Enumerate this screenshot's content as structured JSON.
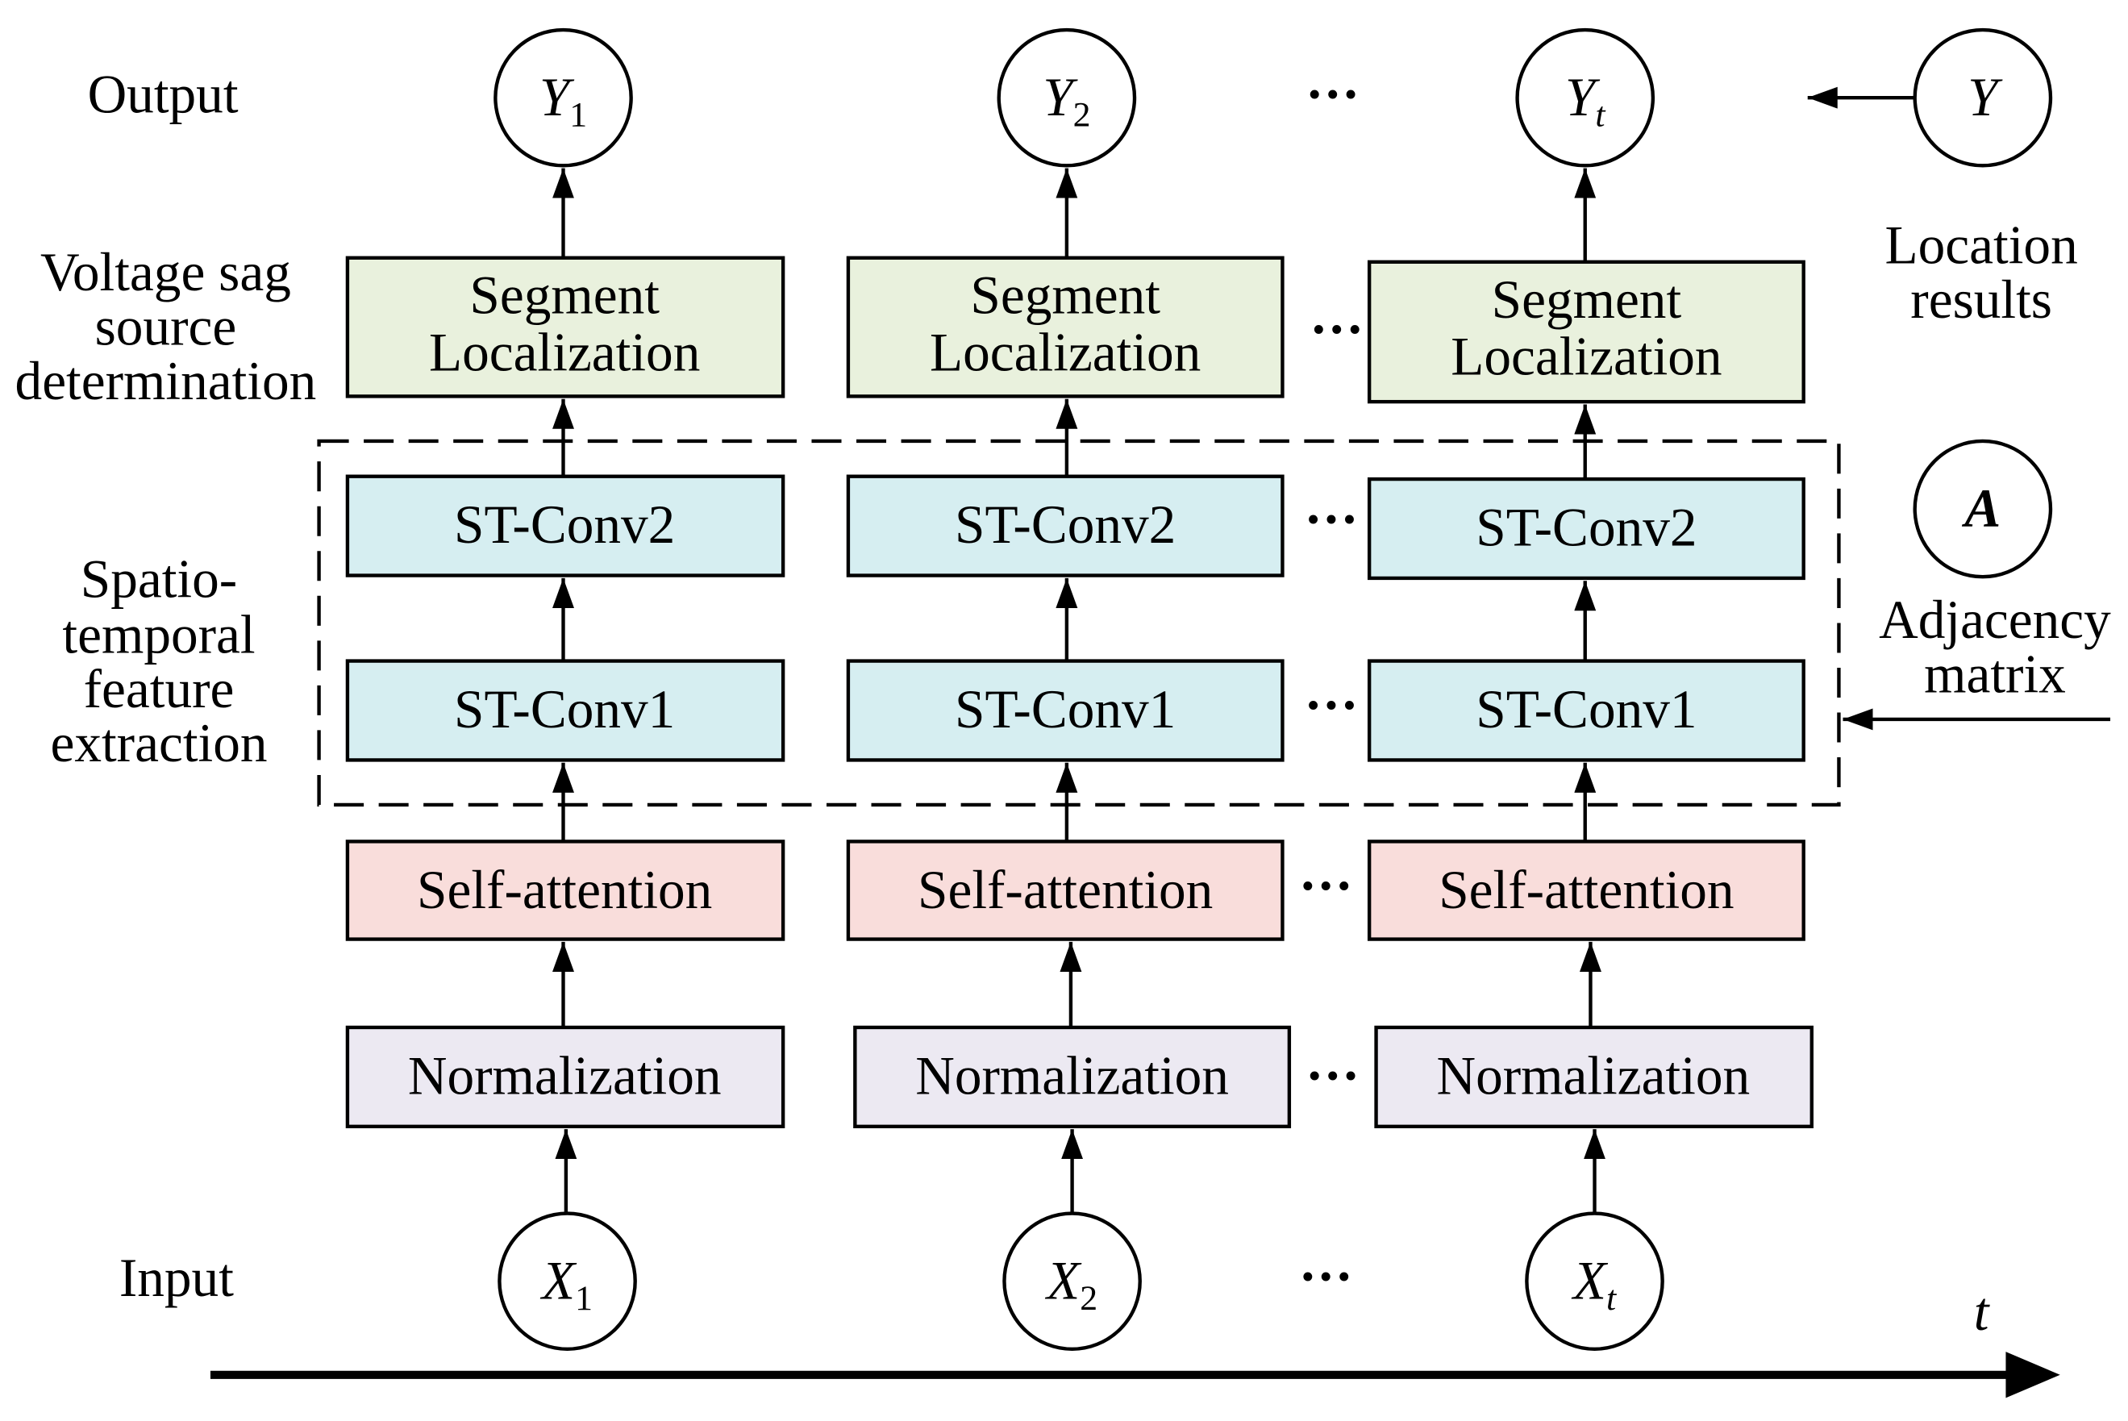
{
  "row_labels": {
    "output": "Output",
    "determination": [
      "Voltage sag",
      "source",
      "determination"
    ],
    "feature_extraction": [
      "Spatio-",
      "temporal",
      "feature",
      "extraction"
    ],
    "input": "Input"
  },
  "columns": [
    {
      "output_node": {
        "letter": "Y",
        "sub": "1"
      },
      "segment_localization": [
        "Segment",
        "Localization"
      ],
      "st_conv2": "ST-Conv2",
      "st_conv1": "ST-Conv1",
      "self_attention": "Self-attention",
      "normalization": "Normalization",
      "input_node": {
        "letter": "X",
        "sub": "1"
      }
    },
    {
      "output_node": {
        "letter": "Y",
        "sub": "2"
      },
      "segment_localization": [
        "Segment",
        "Localization"
      ],
      "st_conv2": "ST-Conv2",
      "st_conv1": "ST-Conv1",
      "self_attention": "Self-attention",
      "normalization": "Normalization",
      "input_node": {
        "letter": "X",
        "sub": "2"
      }
    },
    {
      "output_node": {
        "letter": "Y",
        "sub": "t"
      },
      "segment_localization": [
        "Segment",
        "Localization"
      ],
      "st_conv2": "ST-Conv2",
      "st_conv1": "ST-Conv1",
      "self_attention": "Self-attention",
      "normalization": "Normalization",
      "input_node": {
        "letter": "X",
        "sub": "t"
      }
    }
  ],
  "ellipsis": "···",
  "location": {
    "node": "Y",
    "label": [
      "Location",
      "results"
    ]
  },
  "adjacency": {
    "node": "A",
    "label": [
      "Adjacency",
      "matrix"
    ]
  },
  "time_axis": {
    "label": "t"
  },
  "colors": {
    "segment_fill": "#e9f1dd",
    "st_conv_fill": "#d6eef1",
    "self_attention_fill": "#f9dddb",
    "normalization_fill": "#ece9f2"
  }
}
